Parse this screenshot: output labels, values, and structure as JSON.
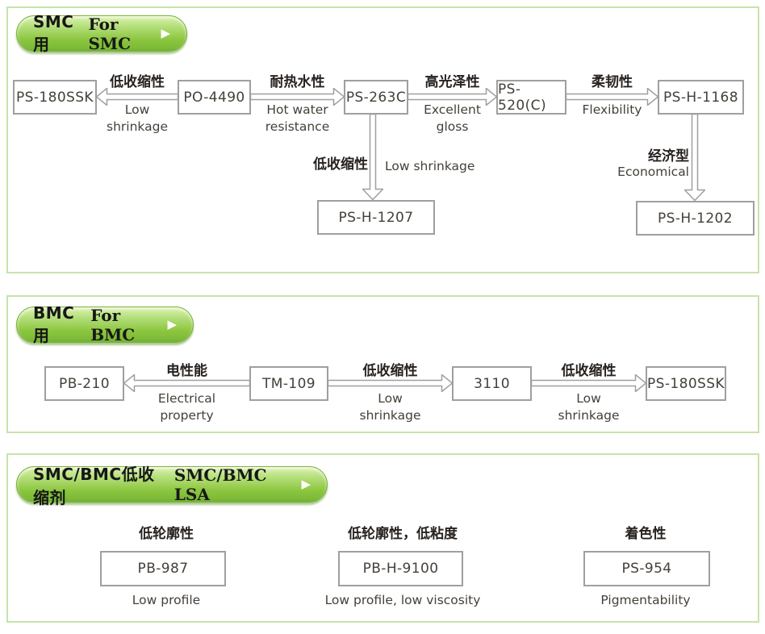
{
  "colors": {
    "section_border": "#c6e4ab",
    "pill_green": "#8cc63f",
    "box_border": "#9f9f9f",
    "text_dark": "#27221f"
  },
  "sections": {
    "smc": {
      "header_zh": "SMC用",
      "header_en": "For SMC",
      "nodes": {
        "ps180ssk": "PS-180SSK",
        "po4490": "PO-4490",
        "ps263c": "PS-263C",
        "ps520c": "PS-520(C)",
        "psh1168": "PS-H-1168",
        "psh1207": "PS-H-1207",
        "psh1202": "PS-H-1202"
      },
      "edges": {
        "to_ps180ssk": {
          "zh": "低收缩性",
          "en": "Low\nshrinkage"
        },
        "to_ps263c": {
          "zh": "耐热水性",
          "en": "Hot water\nresistance"
        },
        "to_ps520c": {
          "zh": "高光泽性",
          "en": "Excellent\ngloss"
        },
        "to_psh1168": {
          "zh": "柔韧性",
          "en": "Flexibility"
        },
        "to_psh1207": {
          "zh": "低收缩性",
          "en": "Low shrinkage"
        },
        "to_psh1202": {
          "zh": "经济型",
          "en": "Economical"
        }
      }
    },
    "bmc": {
      "header_zh": "BMC用",
      "header_en": "For BMC",
      "nodes": {
        "pb210": "PB-210",
        "tm109": "TM-109",
        "n3110": "3110",
        "ps180ssk": "PS-180SSK"
      },
      "edges": {
        "to_pb210": {
          "zh": "电性能",
          "en": "Electrical\nproperty"
        },
        "to_3110": {
          "zh": "低收缩性",
          "en": "Low\nshrinkage"
        },
        "to_ps180ssk": {
          "zh": "低收缩性",
          "en": "Low\nshrinkage"
        }
      }
    },
    "lsa": {
      "header_zh": "SMC/BMC低收缩剂",
      "header_en": "SMC/BMC LSA",
      "items": [
        {
          "zh": "低轮廓性",
          "code": "PB-987",
          "en": "Low profile"
        },
        {
          "zh": "低轮廓性，低粘度",
          "code": "PB-H-9100",
          "en": "Low profile, low viscosity"
        },
        {
          "zh": "着色性",
          "code": "PS-954",
          "en": "Pigmentability"
        }
      ]
    },
    "header_arrow": "▶"
  }
}
